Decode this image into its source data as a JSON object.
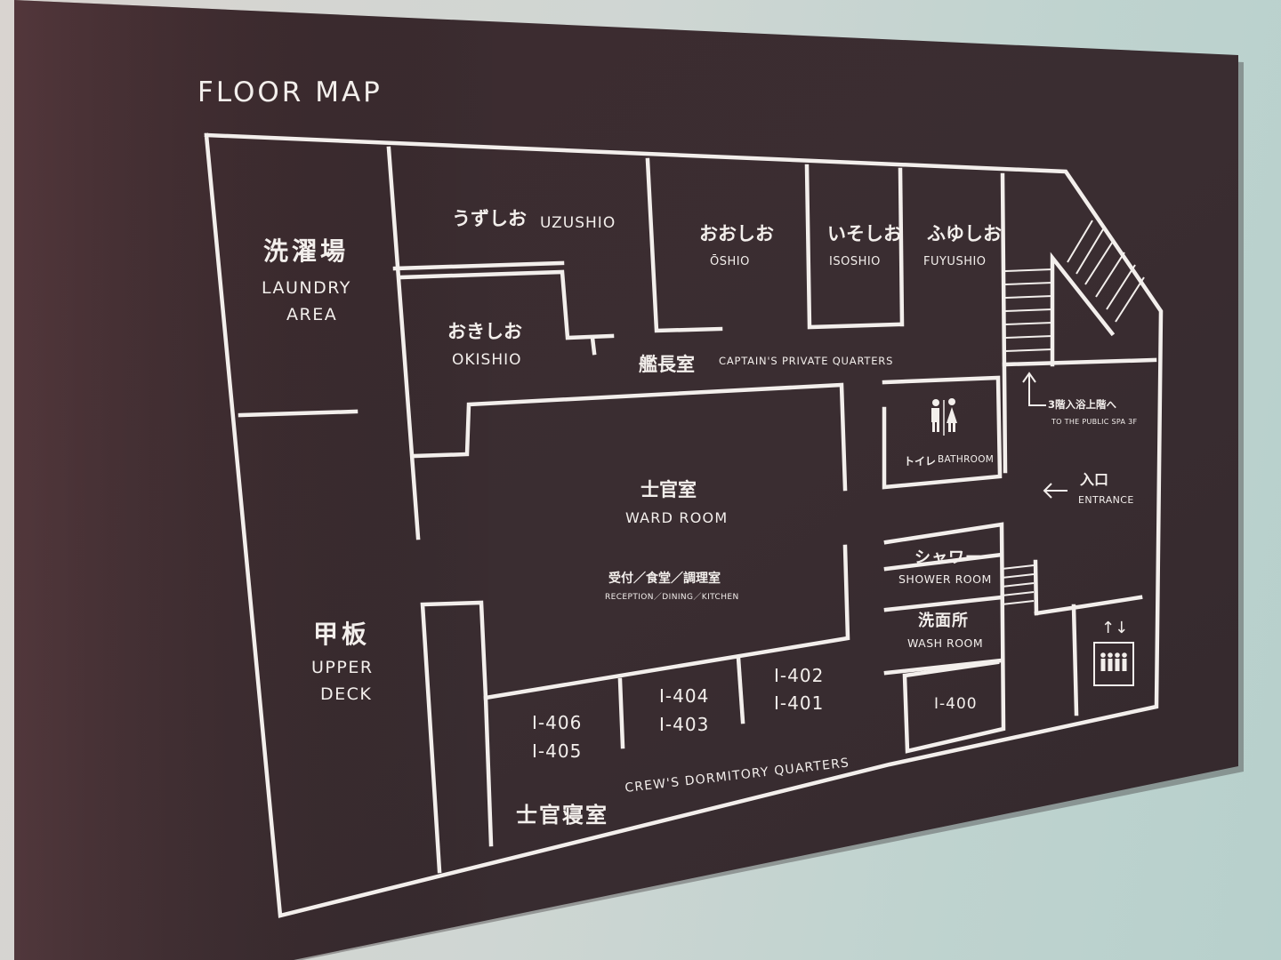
{
  "title": "FLOOR MAP",
  "rooms": {
    "uzushio": {
      "jp": "うずしお",
      "en": "UZUSHIO"
    },
    "oshio": {
      "jp": "おおしお",
      "en": "ŌSHIO"
    },
    "isoshio": {
      "jp": "いそしお",
      "en": "ISOSHIO"
    },
    "fuyushio": {
      "jp": "ふゆしお",
      "en": "FUYUSHIO"
    },
    "okishio": {
      "jp": "おきしお",
      "en": "OKISHIO"
    },
    "captain": {
      "jp": "艦長室",
      "en": "CAPTAIN'S PRIVATE QUARTERS"
    },
    "laundry": {
      "jp": "洗濯場",
      "en1": "LAUNDRY",
      "en2": "AREA"
    },
    "deck": {
      "jp": "甲板",
      "en1": "UPPER",
      "en2": "DECK"
    },
    "ward": {
      "jp": "士官室",
      "en": "WARD ROOM",
      "sub_jp": "受付／食堂／調理室",
      "sub_en": "RECEPTION／DINING／KITCHEN"
    },
    "crew": {
      "jp": "士官寝室",
      "en": "CREW'S DORMITORY QUARTERS"
    },
    "bathroom": {
      "jp": "トイレ",
      "en": "BATHROOM"
    },
    "shower": {
      "jp": "シャワー",
      "en": "SHOWER ROOM"
    },
    "wash": {
      "jp": "洗面所",
      "en": "WASH ROOM"
    },
    "spa": {
      "jp": "3階入浴上階へ",
      "en": "TO THE PUBLIC SPA 3F"
    },
    "entrance": {
      "jp": "入口",
      "en": "ENTRANCE"
    }
  },
  "cabins": {
    "c406": "I-406",
    "c405": "I-405",
    "c404": "I-404",
    "c403": "I-403",
    "c402": "I-402",
    "c401": "I-401",
    "c400": "I-400"
  },
  "icons": {
    "up_arrow": "↑",
    "left_arrow": "←",
    "elevator_arrows": "↑↓",
    "toilet": "restroom-icon",
    "elevator": "elevator-icon"
  },
  "colors": {
    "board": "#3a2d31",
    "line": "#f3efec",
    "wall": "#c9d4d1"
  }
}
